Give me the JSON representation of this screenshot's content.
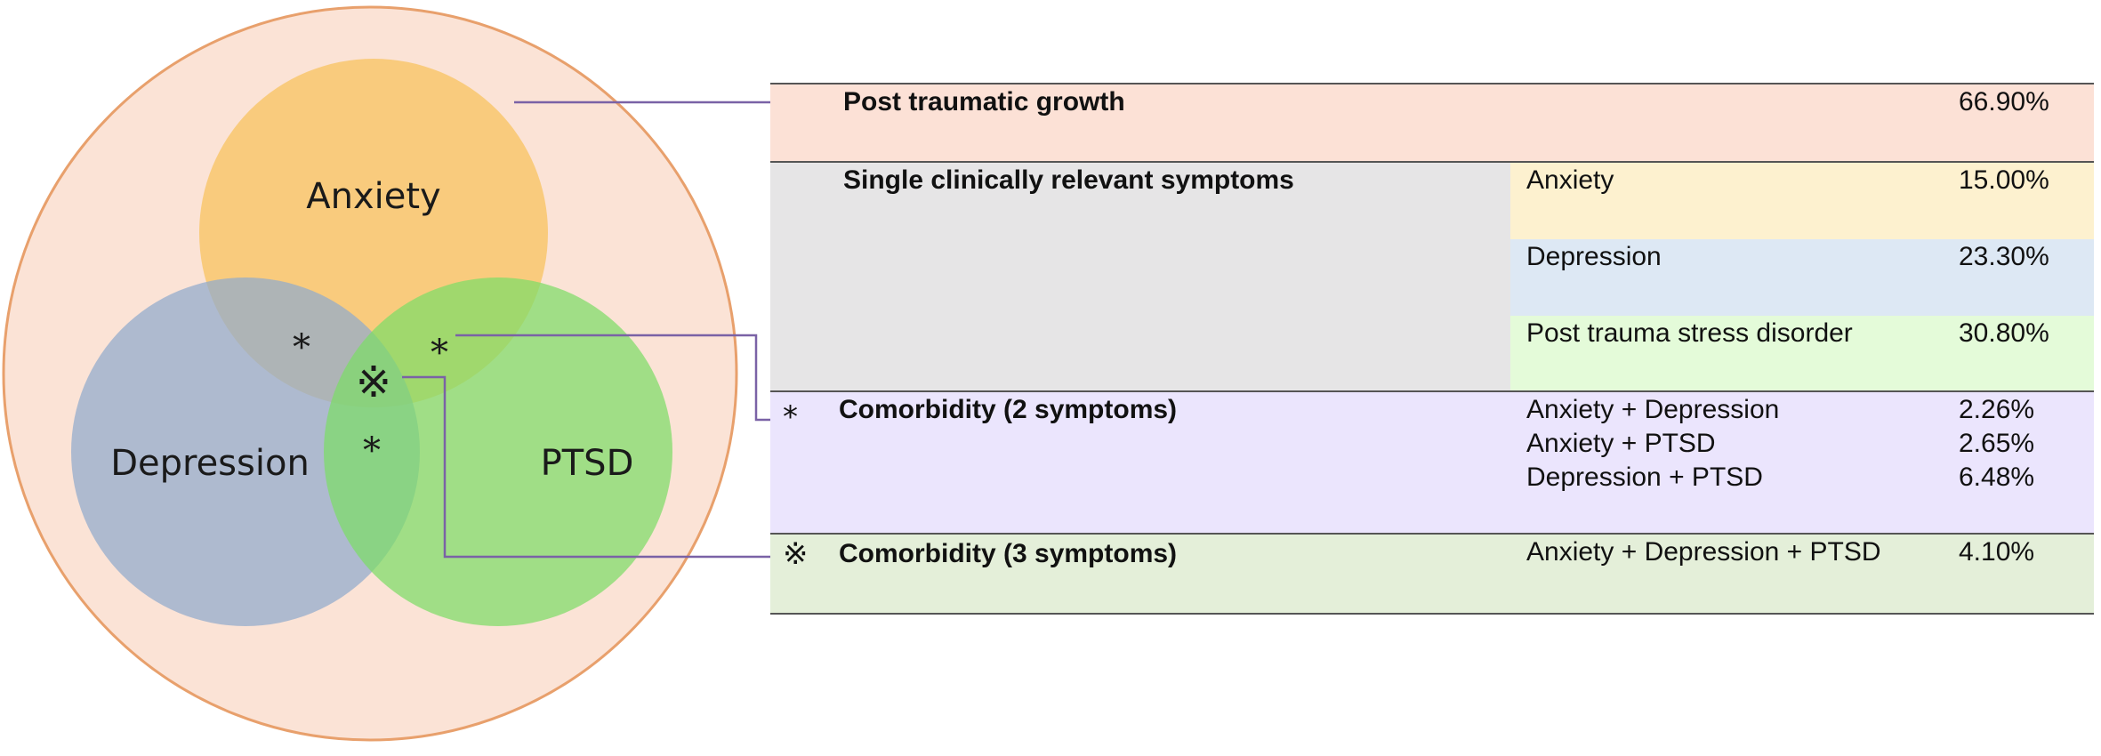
{
  "venn": {
    "labels": {
      "anxiety": "Anxiety",
      "depression": "Depression",
      "ptsd": "PTSD"
    },
    "pair_symbol": "*",
    "triple_symbol": "※",
    "colors": {
      "outer_fill": "#fbe3d6",
      "outer_stroke": "#e8a06c",
      "anxiety": "#f8c25a",
      "depression": "#90abcc",
      "ptsd": "#7ddc67",
      "connector": "#7a62a6"
    }
  },
  "table": {
    "growth": {
      "title": "Post traumatic growth",
      "value": "66.90%",
      "color": "#fce1d6"
    },
    "single": {
      "title": "Single clinically relevant symptoms",
      "color": "#e6e5e6",
      "items": [
        {
          "name": "Anxiety",
          "value": "15.00%",
          "color": "#fdf1cf"
        },
        {
          "name": "Depression",
          "value": "23.30%",
          "color": "#dde8f4"
        },
        {
          "name": "Post trauma stress disorder",
          "value": "30.80%",
          "color": "#e4fbd9"
        }
      ]
    },
    "comorbid2": {
      "symbol": "*",
      "title": "Comorbidity (2 symptoms)",
      "color": "#ebe5fd",
      "items": [
        {
          "name": "Anxiety + Depression",
          "value": "2.26%"
        },
        {
          "name": "Anxiety + PTSD",
          "value": "2.65%"
        },
        {
          "name": "Depression + PTSD",
          "value": "6.48%"
        }
      ]
    },
    "comorbid3": {
      "symbol": "※",
      "title": "Comorbidity (3 symptoms)",
      "color": "#e4efd9",
      "items": [
        {
          "name": "Anxiety + Depression + PTSD",
          "value": "4.10%"
        }
      ]
    }
  }
}
